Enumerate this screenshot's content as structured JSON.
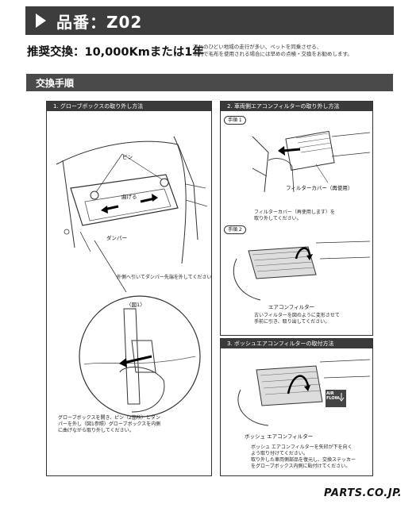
{
  "header": {
    "title": "品番：Z02"
  },
  "recommendation": {
    "text": "推奨交換：10,000Kmまたは1年",
    "note_line1": "汚れのひどい地域の走行が多い、ペットを同乗させる、",
    "note_line2": "車内で毛布を使用される場合には早めの点検・交換をお勧めします。"
  },
  "section": {
    "title": "交換手順"
  },
  "panel1": {
    "heading": "1.  グローブボックスの取り外し方法",
    "label_pin": "ピン",
    "label_bend": "曲げる",
    "label_damper": "ダンパー",
    "instruction_damper": "外側へ引いてダンパー先端を外してください。",
    "figure_label": "〈図1〉",
    "caption_line1": "グローブボックスを開き、ピン（2箇所）とダン",
    "caption_line2": "パーを外し（図1参照）グローブボックスを内側",
    "caption_line3": "に曲げながら取り外してください。"
  },
  "panel2": {
    "heading": "2.  車両側エアコンフィルターの取り外し方法",
    "step1_tag": "手順 1",
    "label_cover": "フィルターカバー（再使用）",
    "step1_line1": "フィルターカバー（再使用します）を",
    "step1_line2": "取り外してください。",
    "step2_tag": "手順 2",
    "label_filter": "エアコンフィルター",
    "step2_line1": "古いフィルターを図のように変形させて",
    "step2_line2": "手前に引き、取り出してください。"
  },
  "panel3": {
    "heading": "3.  ボッシュエアコンフィルターの取付方法",
    "airflow_line1": "AIR",
    "airflow_line2": "FLOW",
    "label_bosch": "ボッシュ  エアコンフィルター",
    "caption_line1": "ボッシュ エアコンフィルターを矢印が下を向く",
    "caption_line2": "よう取り付けてください。",
    "caption_line3": "取り外した車両側部品を復元し、交換ステッカー",
    "caption_line4": "をグローブボックス内側に貼付けてください。"
  },
  "footer": {
    "logo": "PARTS.CO.JP."
  }
}
